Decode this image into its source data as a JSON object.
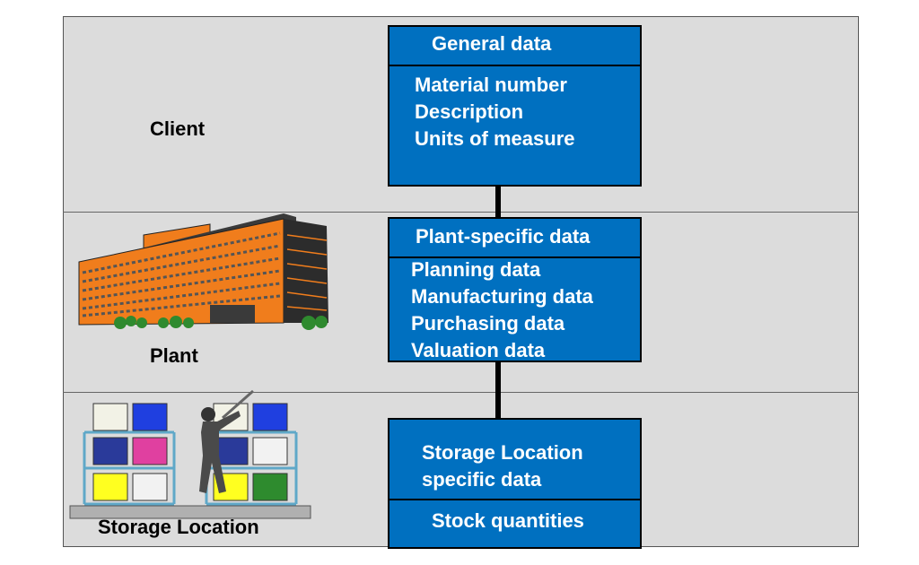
{
  "levels": {
    "client": "Client",
    "plant": "Plant",
    "storage": "Storage Location"
  },
  "boxes": {
    "general": {
      "title": "General data",
      "items": [
        "Material number",
        "Description",
        "Units of measure"
      ]
    },
    "plant": {
      "title": "Plant-specific data",
      "items": [
        "Planning data",
        "Manufacturing data",
        "Purchasing data",
        "Valuation data"
      ]
    },
    "storage": {
      "items": [
        "Storage Location",
        "specific data"
      ],
      "footer": "Stock quantities"
    }
  },
  "colors": {
    "box_fill": "#0070c0",
    "band_fill": "#dcdcdc",
    "building_orange": "#f07d1c"
  },
  "icons": [
    "factory-building-icon",
    "warehouse-shelf-icon",
    "worker-icon"
  ]
}
